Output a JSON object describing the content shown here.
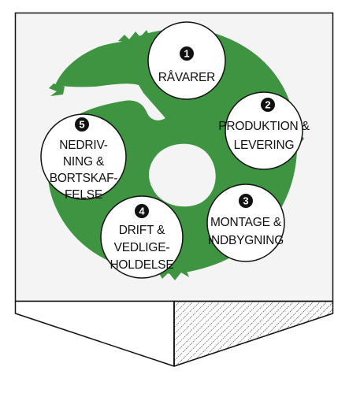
{
  "colors": {
    "box_fill": "#f4f4f4",
    "ring_green": "#3f9441",
    "outline": "#111111",
    "circle_fill": "#ffffff",
    "hatch": "#222222"
  },
  "stages": [
    {
      "number": "1",
      "lines": [
        "RÅVARER"
      ]
    },
    {
      "number": "2",
      "lines": [
        "PRODUKTION &",
        "LEVERING"
      ]
    },
    {
      "number": "3",
      "lines": [
        "MONTAGE &",
        "INDBYGNING"
      ]
    },
    {
      "number": "4",
      "lines": [
        "DRIFT &",
        "VEDLIGE-",
        "HOLDELSE"
      ]
    },
    {
      "number": "5",
      "lines": [
        "NEDRIV-",
        "NING &",
        "BORTSKAF-",
        "FELSE"
      ]
    }
  ]
}
